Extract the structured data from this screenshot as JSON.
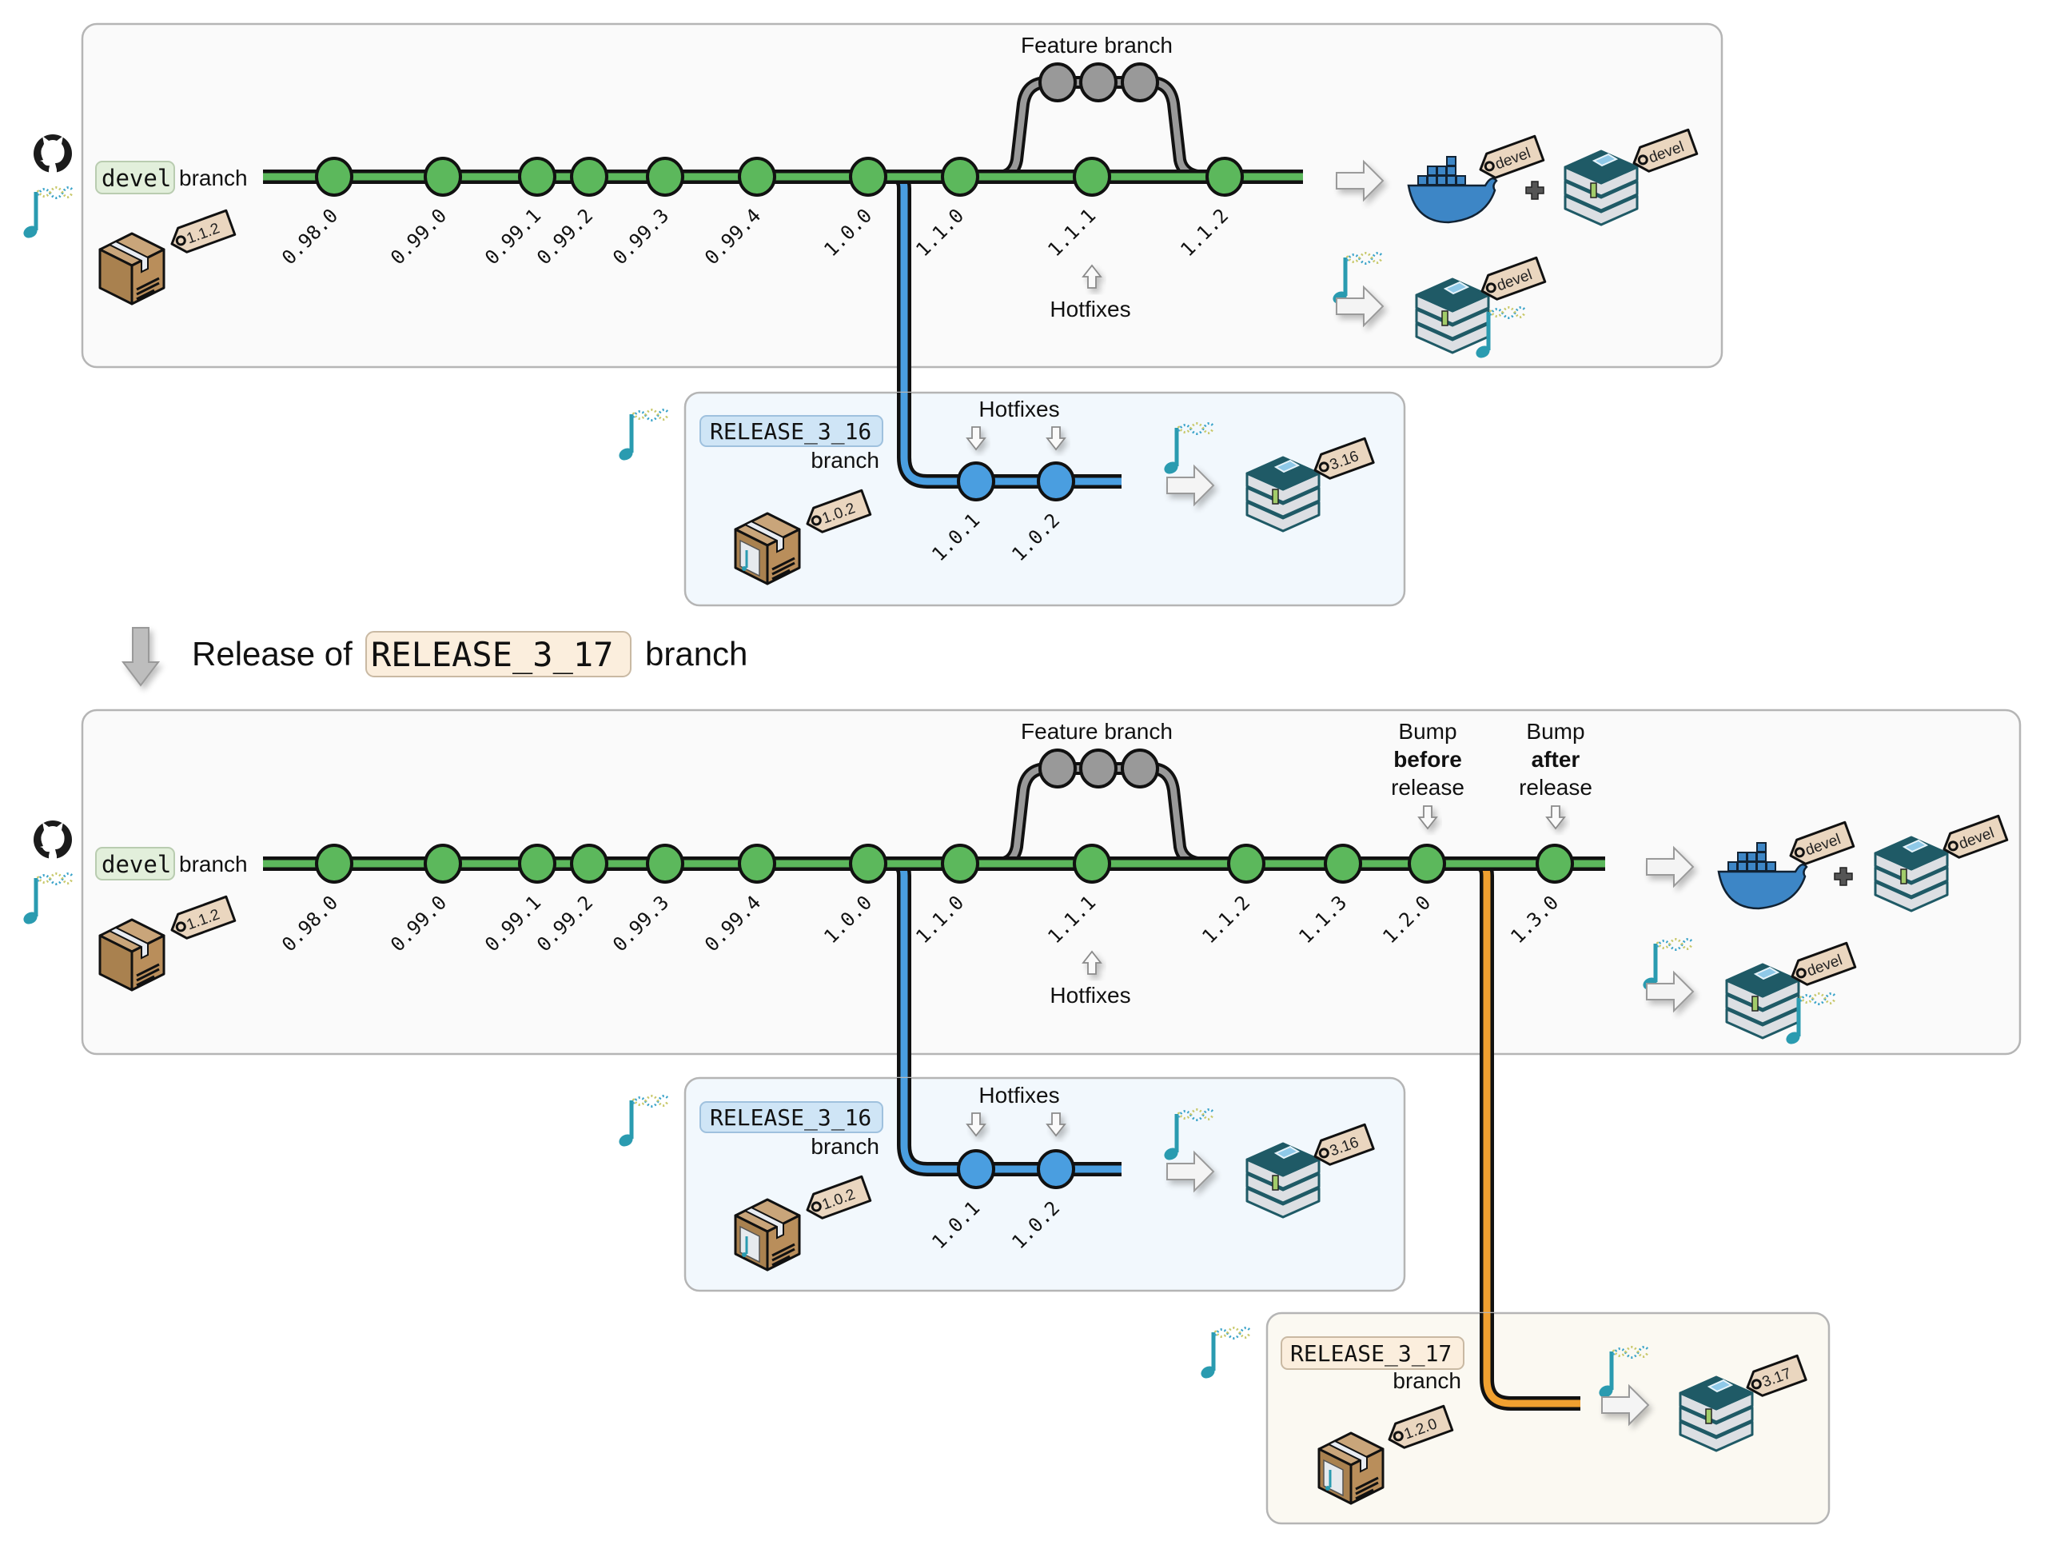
{
  "title_transition": {
    "prefix": "Release of",
    "branch": "RELEASE_3_17",
    "suffix": "branch"
  },
  "colors": {
    "devel": "#5cb85c",
    "release_3_16": "#4a9ee0",
    "release_3_17": "#f0a030",
    "feature": "#999999",
    "devel_panel": "#fafafa",
    "release_3_16_panel": "#f2f8fd",
    "release_3_17_panel": "#fbf9f2"
  },
  "before": {
    "devel": {
      "branch_name": "devel",
      "branch_word": "branch",
      "package_version": "1.1.2",
      "commits": [
        "0.98.0",
        "0.99.0",
        "0.99.1",
        "0.99.2",
        "0.99.3",
        "0.99.4",
        "1.0.0",
        "1.1.0",
        "1.1.1",
        "1.1.2"
      ],
      "feature_label": "Feature branch",
      "hotfix_label": "Hotfixes",
      "docker_tag": "devel",
      "book_tag": "devel",
      "bioc_book_tag": "devel"
    },
    "release_3_16": {
      "branch_name": "RELEASE_3_16",
      "branch_word": "branch",
      "package_version": "1.0.2",
      "hotfix_label": "Hotfixes",
      "commits": [
        "1.0.1",
        "1.0.2"
      ],
      "book_tag": "3.16"
    }
  },
  "after": {
    "devel": {
      "branch_name": "devel",
      "branch_word": "branch",
      "package_version": "1.1.2",
      "commits": [
        "0.98.0",
        "0.99.0",
        "0.99.1",
        "0.99.2",
        "0.99.3",
        "0.99.4",
        "1.0.0",
        "1.1.0",
        "1.1.1",
        "1.1.2",
        "1.1.3",
        "1.2.0",
        "1.3.0"
      ],
      "feature_label": "Feature branch",
      "hotfix_label": "Hotfixes",
      "bump_before": [
        "Bump",
        "before",
        "release"
      ],
      "bump_after": [
        "Bump",
        "after",
        "release"
      ],
      "docker_tag": "devel",
      "book_tag": "devel",
      "bioc_book_tag": "devel"
    },
    "release_3_16": {
      "branch_name": "RELEASE_3_16",
      "branch_word": "branch",
      "package_version": "1.0.2",
      "hotfix_label": "Hotfixes",
      "commits": [
        "1.0.1",
        "1.0.2"
      ],
      "book_tag": "3.16"
    },
    "release_3_17": {
      "branch_name": "RELEASE_3_17",
      "branch_word": "branch",
      "package_version": "1.2.0",
      "book_tag": "3.17"
    }
  }
}
